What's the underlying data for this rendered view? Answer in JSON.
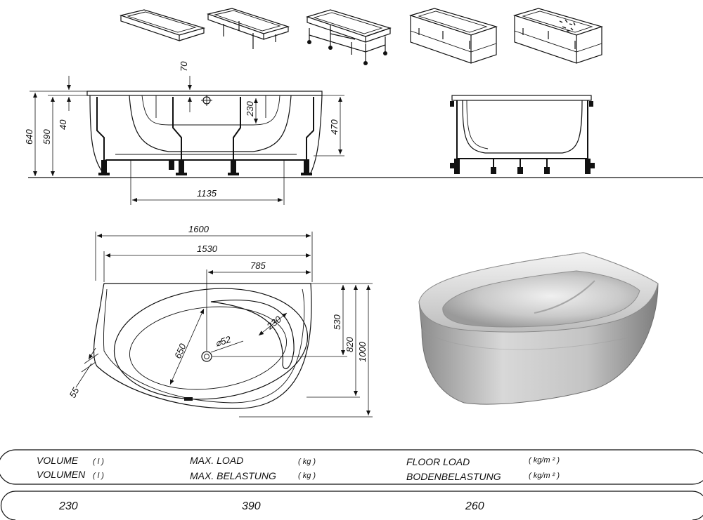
{
  "dimensions": {
    "d70": "70",
    "d640": "640",
    "d590": "590",
    "d40": "40",
    "d230_side": "230",
    "d470": "470",
    "d1135": "1135",
    "d1600": "1600",
    "d1530": "1530",
    "d785": "785",
    "d530": "530",
    "d820": "820",
    "d1000": "1000",
    "d230_plan": "230",
    "d650": "650",
    "d52": "⌀52",
    "d55": "55"
  },
  "table": {
    "volume_en": "VOLUME",
    "volume_de": "VOLUMEN",
    "volume_unit": "( l )",
    "load_en": "MAX. LOAD",
    "load_de": "MAX. BELASTUNG",
    "load_unit": "( kg )",
    "floor_en": "FLOOR LOAD",
    "floor_de": "BODENBELASTUNG",
    "floor_unit": "( kg/m ² )",
    "volume_value": "230",
    "load_value": "390",
    "floor_value": "260"
  }
}
